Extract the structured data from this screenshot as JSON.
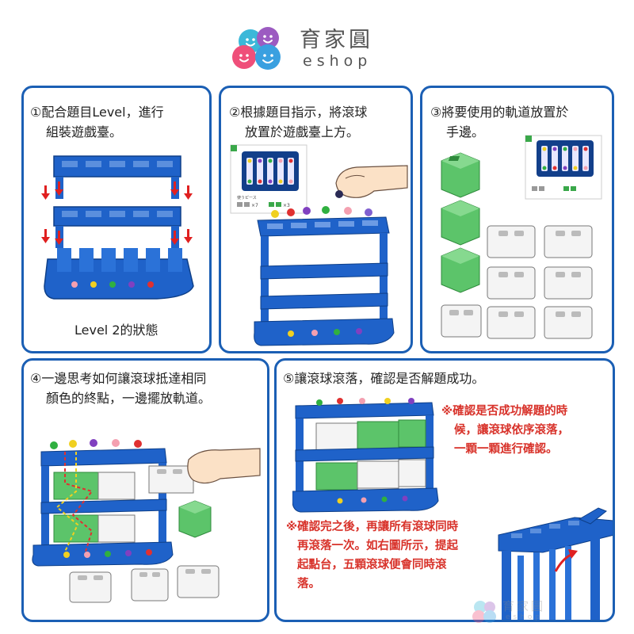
{
  "brand": {
    "name": "育家圓",
    "sub": "eshop"
  },
  "steps": [
    {
      "line1": "①配合題目Level，進行",
      "line2": "組裝遊戲臺。",
      "caption": "Level 2的狀態"
    },
    {
      "line1": "②根據題目指示，將滾球",
      "line2": "放置於遊戲臺上方。"
    },
    {
      "line1": "③將要使用的軌道放置於",
      "line2": "手邊。"
    },
    {
      "line1": "④一邊思考如何讓滾球抵達相同",
      "line2": "顏色的終點，一邊擺放軌道。"
    },
    {
      "line1": "⑤讓滾球滾落，確認是否解題成功。"
    }
  ],
  "notes": {
    "note1": [
      "※確認是否成功解題的時",
      "候，讓滾球依序滾落，",
      "一顆一顆進行確認。"
    ],
    "note2": [
      "※確認完之後，再讓所有滾球同時",
      "再滾落一次。如右圖所示，提起",
      "起點台，五顆滾球便會同時滾",
      "落。"
    ]
  },
  "card": {
    "piece_label": "使うピース",
    "gray_count": "×7",
    "green_count": "×3"
  },
  "colors": {
    "frame_blue": "#1b5fb4",
    "tower_blue": "#1f62c9",
    "green_block": "#5cc46a",
    "note_red": "#d8322a"
  },
  "watermark": {
    "name": "育家圓",
    "sub": "eshop"
  }
}
